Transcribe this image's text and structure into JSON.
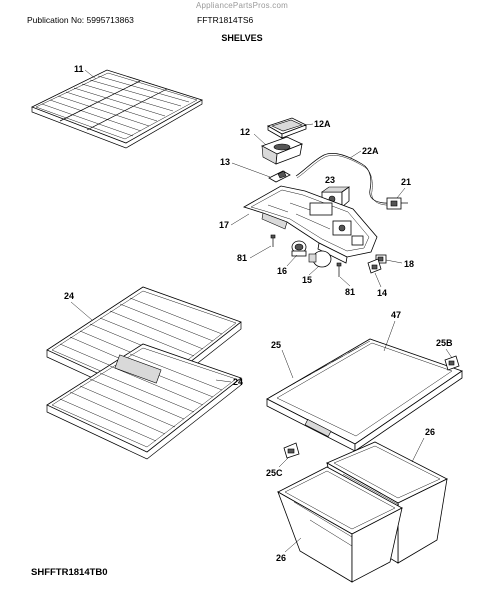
{
  "header": {
    "watermark": "AppliancePartsPros.com",
    "publication": "Publication No: 5995713863",
    "model": "FFTR1814TS6",
    "section_title": "SHELVES"
  },
  "footer": {
    "code": "SHFFTR1814TB0"
  },
  "callouts": {
    "p11": "11",
    "p12": "12",
    "p12a": "12A",
    "p13": "13",
    "p22a": "22A",
    "p23": "23",
    "p21": "21",
    "p17": "17",
    "p81a": "81",
    "p16": "16",
    "p15": "15",
    "p81b": "81",
    "p18": "18",
    "p14": "14",
    "p24a": "24",
    "p24b": "24",
    "p25": "25",
    "p47": "47",
    "p25b": "25B",
    "p26a": "26",
    "p25c": "25C",
    "p26b": "26"
  }
}
